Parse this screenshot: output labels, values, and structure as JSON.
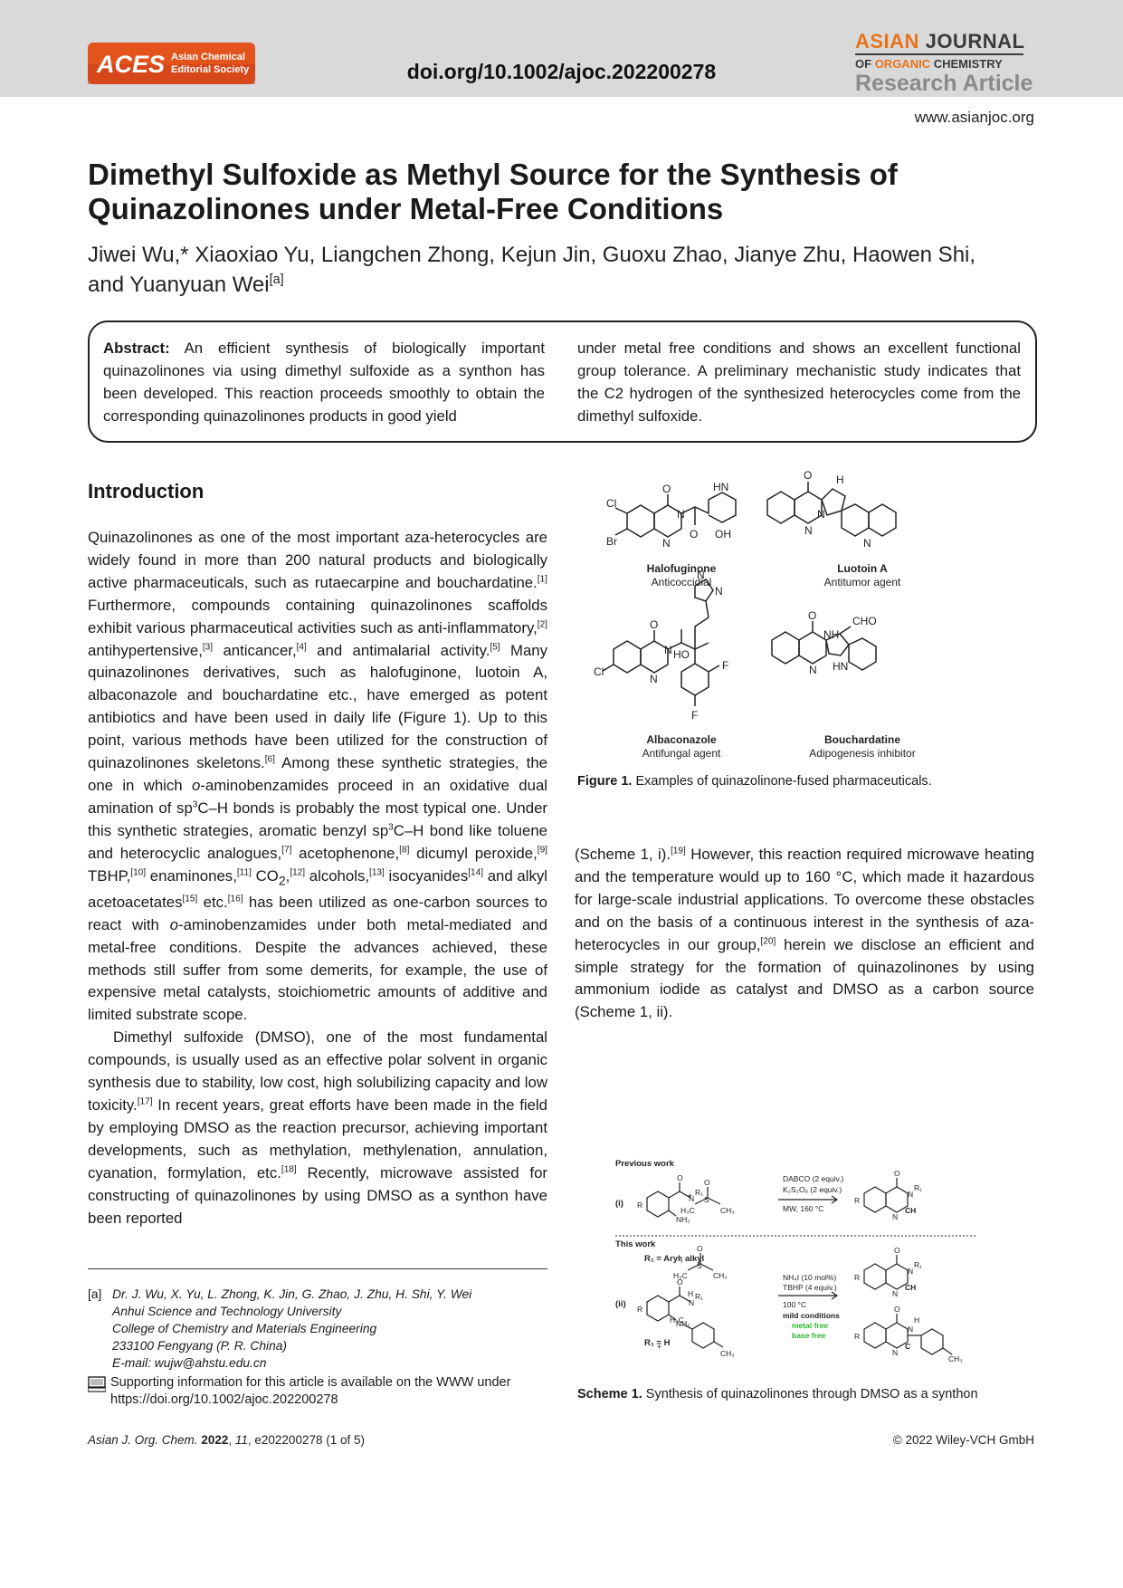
{
  "header": {
    "publisher_logo": {
      "abbr": "ACES",
      "line1": "Asian Chemical",
      "line2": "Editorial Society"
    },
    "doi": "doi.org/10.1002/ajoc.202200278",
    "journal": {
      "asian": "ASIAN",
      "journal": "JOURNAL",
      "of": "OF",
      "organic": "ORGANIC",
      "chemistry": "CHEMISTRY",
      "article_type": "Research Article"
    },
    "website": "www.asianjoc.org"
  },
  "title_line1": "Dimethyl Sulfoxide as Methyl Source for the Synthesis of",
  "title_line2": "Quinazolinones under Metal-Free Conditions",
  "authors": {
    "line1": "Jiwei Wu,* Xiaoxiao Yu, Liangchen Zhong, Kejun Jin, Guoxu Zhao, Jianye Zhu, Haowen Shi,",
    "line2": "and Yuanyuan Wei",
    "affil": "[a]"
  },
  "abstract": {
    "label": "Abstract:",
    "left": " An efficient synthesis of biologically important quinazolinones via using dimethyl sulfoxide as a synthon has been developed. This reaction proceeds smoothly to obtain the corresponding quinazolinones products in good yield",
    "right": "under metal free conditions and shows an excellent functional group tolerance. A preliminary mechanistic study indicates that the C2 hydrogen of the synthesized heterocycles come from the dimethyl sulfoxide."
  },
  "intro_heading": "Introduction",
  "body": {
    "p1": [
      "Quinazolinones as one of the most important aza-heterocycles are widely found in more than 200 natural products and biologically active pharmaceuticals, such as rutaecarpine and bouchardatine.",
      "[1]",
      " Furthermore, compounds containing quinazolinones scaffolds exhibit various pharmaceutical activities such as anti-inflammatory,",
      "[2]",
      " antihypertensive,",
      "[3]",
      " anticancer,",
      "[4]",
      " and antimalarial activity.",
      "[5]",
      " Many quinazolinones derivatives, such as halofuginone, luotoin A, albaconazole and bouchardatine etc., have emerged as potent antibiotics and have been used in daily life (Figure 1). Up to this point, various methods have been utilized for the construction of quinazolinones skeletons.",
      "[6]",
      " Among these synthetic strategies, the one in which ",
      "o",
      "-aminobenzamides proceed in an oxidative dual amination of sp",
      "3",
      "C–H bonds is probably the most typical one. Under this synthetic strategies, aromatic benzyl sp",
      "3",
      "C–H bond like toluene and heterocyclic analogues,",
      "[7]",
      " acetophenone,",
      "[8]",
      " dicumyl peroxide,",
      "[9]",
      " TBHP,",
      "[10]",
      " enaminones,",
      "[11]",
      " CO",
      "2",
      ",",
      "[12]",
      " alcohols,",
      "[13]",
      " isocyanides",
      "[14]",
      " and alkyl acetoacetates",
      "[15]",
      " etc.",
      "[16]",
      " has been utilized as one-carbon sources to react with ",
      "o",
      "-aminobenzamides under both metal-mediated and metal-free conditions. Despite the advances achieved, these methods still suffer from some demerits, for example, the use of expensive metal catalysts, stoichiometric amounts of additive and limited substrate scope."
    ],
    "p2": [
      "Dimethyl sulfoxide (DMSO), one of the most fundamental compounds, is usually used as an effective polar solvent in organic synthesis due to stability, low cost, high solubilizing capacity and low toxicity.",
      "[17]",
      " In recent years, great efforts have been made in the field by employing DMSO as the reaction precursor, achieving important developments, such as methylation, methylenation, annulation, cyanation, formylation, etc.",
      "[18]",
      " Recently, microwave assisted for constructing of quinazolinones by using DMSO as a synthon have been reported"
    ],
    "p3": [
      "(Scheme 1, i).",
      "[19]",
      " However, this reaction required microwave heating and the temperature would up to 160 °C, which made it hazardous for large-scale industrial applications. To overcome these obstacles and on the basis of a continuous interest in the synthesis of aza-heterocycles in our group,",
      "[20]",
      " herein we disclose an efficient and simple strategy for the formation of quinazolinones by using ammonium iodide as catalyst and DMSO as a carbon source (Scheme 1, ii)."
    ]
  },
  "figure1": {
    "caption_label": "Figure 1.",
    "caption_text": " Examples of quinazolinone-fused pharmaceuticals.",
    "compounds": [
      {
        "name": "Halofuginone",
        "activity": "Anticoccidial"
      },
      {
        "name": "Luotoin A",
        "activity": "Antitumor agent"
      },
      {
        "name": "Albaconazole",
        "activity": "Antifungal agent"
      },
      {
        "name": "Bouchardatine",
        "activity": "Adipogenesis inhibitor"
      }
    ],
    "atoms": {
      "cl": "Cl",
      "br": "Br",
      "o": "O",
      "n": "N",
      "hn": "HN",
      "oh": "OH",
      "h": "H",
      "ho": "HO",
      "f": "F",
      "nh": "NH",
      "cho": "CHO"
    }
  },
  "scheme1": {
    "caption_label": "Scheme 1.",
    "caption_text": " Synthesis of quinazolinones through DMSO as a synthon",
    "previous_work": "Previous work",
    "this_work": "This work",
    "label_i": "(i)",
    "label_ii": "(ii)",
    "r1_aryl": "R₁ = Aryl, alkyl",
    "r1_h": "R₁ = H",
    "cond_i_1": "DABCO (2 equiv.)",
    "cond_i_2": "K₂S₂O₈ (2 equiv.)",
    "cond_i_3": "MW, 160 °C",
    "cond_ii_1": "NH₄I (10 mol%)",
    "cond_ii_2": "TBHP (4 equiv.)",
    "cond_ii_3": "100 °C",
    "cond_ii_4": "mild conditions",
    "cond_ii_5": "metal free",
    "cond_ii_6": "base free",
    "plus": "+",
    "atoms": {
      "r": "R",
      "r1": "R₁",
      "n": "N",
      "h": "H",
      "o": "O",
      "s": "S",
      "nh2": "NH₂",
      "h3c": "H₃C",
      "ch3": "CH₃",
      "ch": "CH",
      "c": "C"
    },
    "colors": {
      "green": "#2bb52b"
    }
  },
  "footnote": {
    "mark": "[a]",
    "lines": [
      "Dr. J. Wu, X. Yu, L. Zhong, K. Jin, G. Zhao, J. Zhu, H. Shi, Y. Wei",
      "Anhui Science and Technology University",
      "College of Chemistry and Materials Engineering",
      "233100 Fengyang (P. R. China)",
      "E-mail: wujw@ahstu.edu.cn"
    ]
  },
  "supporting": {
    "icon": "computer-icon",
    "text": "Supporting information for this article is available on the WWW under https://doi.org/10.1002/ajoc.202200278"
  },
  "footer": {
    "journal_abbr": "Asian J. Org. Chem.",
    "year": "2022",
    "volume": "11",
    "article": ", e202200278 (1 of 5)",
    "copyright": "© 2022 Wiley-VCH GmbH"
  },
  "colors": {
    "header_bg": "#d9d9d9",
    "accent_orange": "#e8731c",
    "aces_red": "#d63a1c"
  }
}
